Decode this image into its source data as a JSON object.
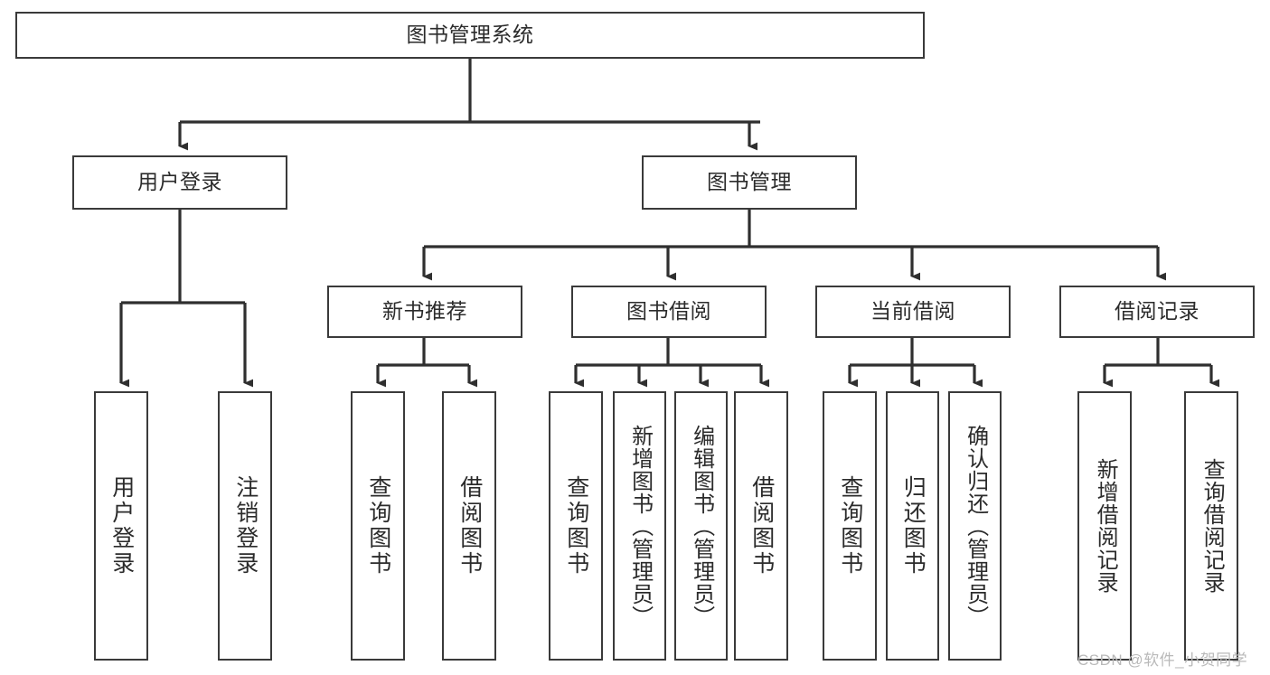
{
  "diagram": {
    "title": "图书管理系统",
    "type": "tree-hierarchy",
    "nodes": {
      "root": {
        "label": "图书管理系统"
      },
      "level1": [
        {
          "id": "user-login",
          "label": "用户登录"
        },
        {
          "id": "book-management",
          "label": "图书管理"
        }
      ],
      "level2": [
        {
          "id": "new-book-recommend",
          "label": "新书推荐"
        },
        {
          "id": "book-borrow",
          "label": "图书借阅"
        },
        {
          "id": "current-borrow",
          "label": "当前借阅"
        },
        {
          "id": "borrow-record",
          "label": "借阅记录"
        }
      ],
      "leaves": {
        "user-login": [
          {
            "id": "login",
            "label": "用户登录"
          },
          {
            "id": "logout",
            "label": "注销登录"
          }
        ],
        "new-book-recommend": [
          {
            "id": "query-book-1",
            "label": "查询图书"
          },
          {
            "id": "borrow-book-1",
            "label": "借阅图书"
          }
        ],
        "book-borrow": [
          {
            "id": "query-book-2",
            "label": "查询图书"
          },
          {
            "id": "add-book",
            "label": "新增图书（管理员）"
          },
          {
            "id": "edit-book",
            "label": "编辑图书（管理员）"
          },
          {
            "id": "borrow-book-2",
            "label": "借阅图书"
          }
        ],
        "current-borrow": [
          {
            "id": "query-book-3",
            "label": "查询图书"
          },
          {
            "id": "return-book",
            "label": "归还图书"
          },
          {
            "id": "confirm-return",
            "label": "确认归还（管理员）"
          }
        ],
        "borrow-record": [
          {
            "id": "add-borrow-record",
            "label": "新增借阅记录"
          },
          {
            "id": "query-borrow-record",
            "label": "查询借阅记录"
          }
        ]
      }
    },
    "colors": {
      "border": "#3a3a3a",
      "text": "#2b2b2b",
      "background": "#ffffff",
      "edge": "#2f2f2f",
      "watermark": "#b9b9b9"
    }
  },
  "watermark": {
    "text": "CSDN @软件_小贺同学"
  }
}
